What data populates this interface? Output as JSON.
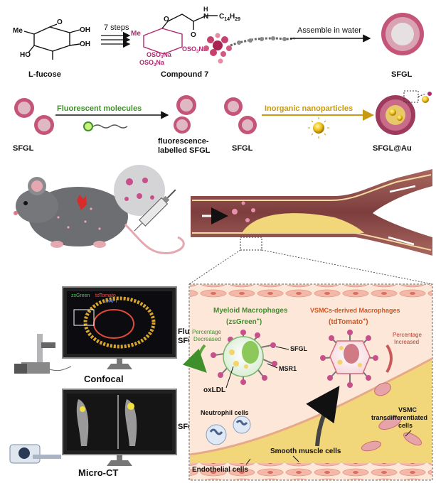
{
  "synthesis": {
    "steps_label": "7 steps",
    "fucose_label": "L-fucose",
    "compound_label": "Compound 7",
    "assemble_label": "Assemble in water",
    "sfgl_label": "SFGL",
    "fucose_groups": {
      "me": "Me",
      "o": "O",
      "oh1": "OH",
      "oh2": "OH",
      "ho": "HO"
    },
    "compound_groups": {
      "me": "Me",
      "o1": "O",
      "o2": "O",
      "h": "H",
      "n": "N",
      "chain": "C",
      "chain_sub": "14",
      "chain_h": "H",
      "chain_h_sub": "29",
      "oso3na_1": "OSO",
      "oso3na_1_sub": "3",
      "oso3na_1_na": "Na",
      "oso3na_2": "OSO",
      "oso3na_2_sub": "3",
      "oso3na_2_na": "Na",
      "oso3na_3": "OSO",
      "oso3na_3_sub": "3",
      "oso3na_3_na": "Na"
    }
  },
  "labelling": {
    "sfgl_left": "SFGL",
    "fluorescent_molecules": "Fluorescent molecules",
    "fluorescence_labelled_line1": "fluorescence-",
    "fluorescence_labelled_line2": "labelled SFGL",
    "sfgl_mid": "SFGL",
    "inorganic_nanoparticles": "Inorganic nanoparticles",
    "sfgl_au": "SFGL@Au"
  },
  "imaging": {
    "confocal_label": "Confocal",
    "fluorescent_sfgl_line1": "Fluorescent",
    "fluorescent_sfgl_line2": "SFGL",
    "microct_label": "Micro-CT",
    "sfgl_au_label": "SFGL@Au",
    "channel_zsgreen": "zsGreen",
    "channel_tdtomato": "tdTomato",
    "channel_dapi": "DAPI"
  },
  "plaque": {
    "myeloid_title": "Myeloid Macrophages",
    "myeloid_reporter": "(zsGreen",
    "myeloid_reporter_plus": "+",
    "myeloid_reporter_close": ")",
    "vsmc_title": "VSMCs-derived Macrophages",
    "vsmc_reporter": "(tdTomato",
    "vsmc_reporter_plus": "+",
    "vsmc_reporter_close": ")",
    "pct_decreased_1": "Percentage",
    "pct_decreased_2": "Decreased",
    "pct_increased_1": "Percentage",
    "pct_increased_2": "Increased",
    "sfgl": "SFGL",
    "msr1": "MSR1",
    "oxldl": "oxLDL",
    "neutrophil": "Neutrophil cells",
    "vsmc_trans_1": "VSMC",
    "vsmc_trans_2": "transdifferentiated",
    "vsmc_trans_3": "cells",
    "smooth_muscle": "Smooth muscle cells",
    "endothelial": "Endothelial cells"
  },
  "colors": {
    "magenta": "#b0286e",
    "green_text": "#3f8f2b",
    "gold_text": "#c79a12",
    "orange_text": "#d4551f",
    "vessel": "#8c4a4a",
    "plaque": "#f2d77a",
    "inset_bg": "#fce7d9"
  }
}
